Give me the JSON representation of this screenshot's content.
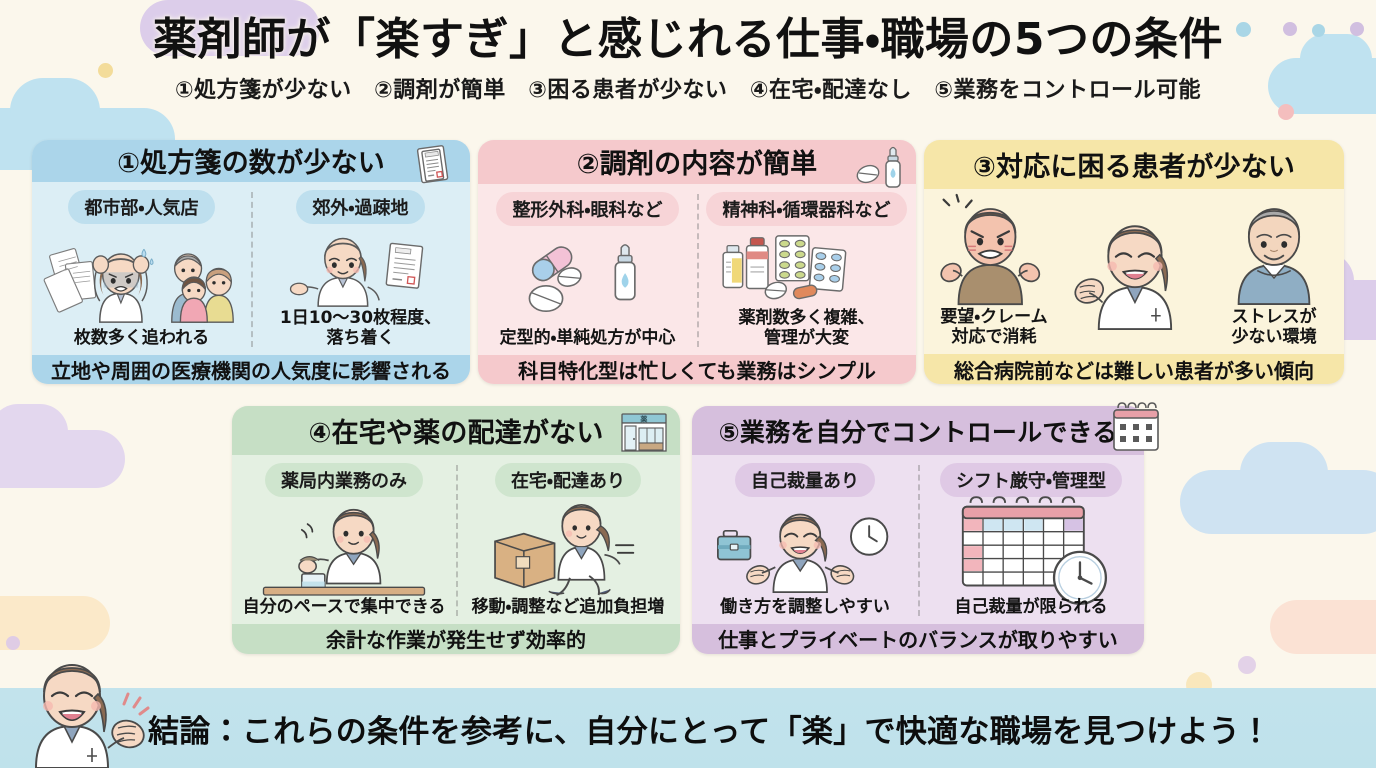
{
  "page": {
    "title": "薬剤師が「楽すぎ」と感じれる仕事・職場の5つの条件",
    "subtitle": "①処方箋が少ない　②調剤が簡単　③困る患者が少ない　④在宅・配達なし　⑤業務をコントロール可能",
    "background_color": "#FBF7EC"
  },
  "conclusion": {
    "text": "結論：これらの条件を参考に、自分にとって「楽」で快適な職場を見つけよう！",
    "bar_color": "#C2E3EC",
    "mascot": "smiling-pharmacist"
  },
  "cards": [
    {
      "id": "card-1",
      "headline": "①処方箋の数が少ない",
      "head_icon": "prescription-papers-icon",
      "head_color": "#ABD5EA",
      "body_color": "#DCEEF5",
      "pill_color": "#BEDFEE",
      "footer": "立地や周囲の医療機関の人気度に影響される",
      "columns": [
        {
          "pill": "都市部・人気店",
          "caption": "枚数多く追われる",
          "art": "stressed-pharmacist-with-papers-and-patients-icon"
        },
        {
          "pill": "郊外・過疎地",
          "caption": "1日10〜30枚程度、\n落ち着く",
          "art": "calm-pharmacist-with-single-paper-icon"
        }
      ]
    },
    {
      "id": "card-2",
      "headline": "②調剤の内容が簡単",
      "head_icon": "pill-and-eyedrop-bottle-icon",
      "head_color": "#F5C9CC",
      "body_color": "#FBE7E8",
      "pill_color": "#F7D4D7",
      "footer": "科目特化型は忙しくても業務はシンプル",
      "columns": [
        {
          "pill": "整形外科・眼科など",
          "caption": "定型的・単純処方が中心",
          "art": "simple-capsule-tablet-eyedrop-icon"
        },
        {
          "pill": "精神科・循環器科など",
          "caption": "薬剤数多く複雑、\n管理が大変",
          "art": "many-medicine-bottles-and-blisters-icon"
        }
      ]
    },
    {
      "id": "card-3",
      "headline": "③対応に困る患者が少ない",
      "head_icon": "",
      "head_color": "#F6E6A8",
      "body_color": "#FBF4DC",
      "pill_color": "#F7EBBC",
      "footer": "総合病院前などは難しい患者が多い傾向",
      "columns": [
        {
          "pill": "",
          "caption": "要望・クレーム\n対応で消耗",
          "art": "angry-patient-icon"
        },
        {
          "pill": "",
          "caption": "",
          "art": "smiling-pharmacist-icon"
        },
        {
          "pill": "",
          "caption": "ストレスが\n少ない環境",
          "art": "calm-elderly-patient-icon"
        }
      ]
    },
    {
      "id": "card-4",
      "headline": "④在宅や薬の配達がない",
      "head_icon": "pharmacy-storefront-icon",
      "head_color": "#C6DFC5",
      "body_color": "#E4F0E2",
      "pill_color": "#CFE5CE",
      "footer": "余計な作業が発生せず効率的",
      "columns": [
        {
          "pill": "薬局内業務のみ",
          "caption": "自分のペースで集中できる",
          "art": "pharmacist-dispensing-at-counter-icon"
        },
        {
          "pill": "在宅・配達あり",
          "caption": "移動・調整など追加負担増",
          "art": "pharmacist-running-with-box-icon"
        }
      ]
    },
    {
      "id": "card-5",
      "headline": "⑤業務を自分でコントロールできる",
      "head_icon": "calendar-clock-icon",
      "head_color": "#D6BFDD",
      "body_color": "#EDE0F0",
      "pill_color": "#DFC9E5",
      "footer": "仕事とプライベートのバランスが取りやすい",
      "columns": [
        {
          "pill": "自己裁量あり",
          "caption": "働き方を調整しやすい",
          "art": "pharmacist-with-briefcase-and-clock-icon"
        },
        {
          "pill": "シフト厳守・管理型",
          "caption": "自己裁量が限られる",
          "art": "calendar-and-clock-icon"
        }
      ]
    }
  ]
}
